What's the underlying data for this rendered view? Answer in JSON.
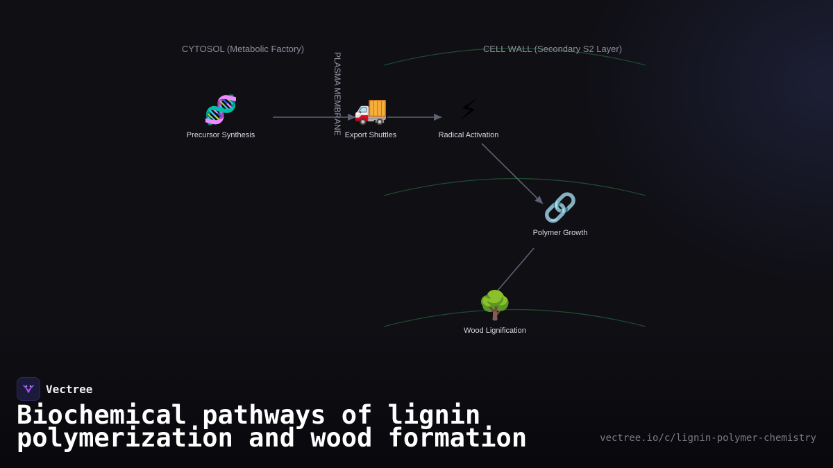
{
  "diagram": {
    "zones": {
      "cytosol": "CYTOSOL (Metabolic Factory)",
      "cell_wall": "CELL WALL (Secondary S2 Layer)",
      "membrane": "PLASMA MEMBRANE"
    },
    "nodes": [
      {
        "id": "precursor",
        "icon": "🧬",
        "icon_name": "dna-icon",
        "label": "Precursor Synthesis"
      },
      {
        "id": "export",
        "icon": "🚚",
        "icon_name": "truck-icon",
        "label": "Export Shuttles"
      },
      {
        "id": "radical",
        "icon": "⚡",
        "icon_name": "lightning-icon",
        "label": "Radical Activation"
      },
      {
        "id": "polymer",
        "icon": "🔗",
        "icon_name": "link-icon",
        "label": "Polymer Growth"
      },
      {
        "id": "wood",
        "icon": "🌳",
        "icon_name": "tree-icon",
        "label": "Wood Lignification"
      }
    ],
    "edges": [
      {
        "from": "precursor",
        "to": "export"
      },
      {
        "from": "export",
        "to": "radical"
      },
      {
        "from": "radical",
        "to": "polymer"
      },
      {
        "from": "polymer",
        "to": "wood"
      }
    ],
    "colors": {
      "arrow": "#5d6272",
      "wall_layer": "#1f4a2e"
    }
  },
  "brand": {
    "name": "Vectree"
  },
  "title": "Biochemical pathways of lignin polymerization and wood formation",
  "url": "vectree.io/c/lignin-polymer-chemistry"
}
